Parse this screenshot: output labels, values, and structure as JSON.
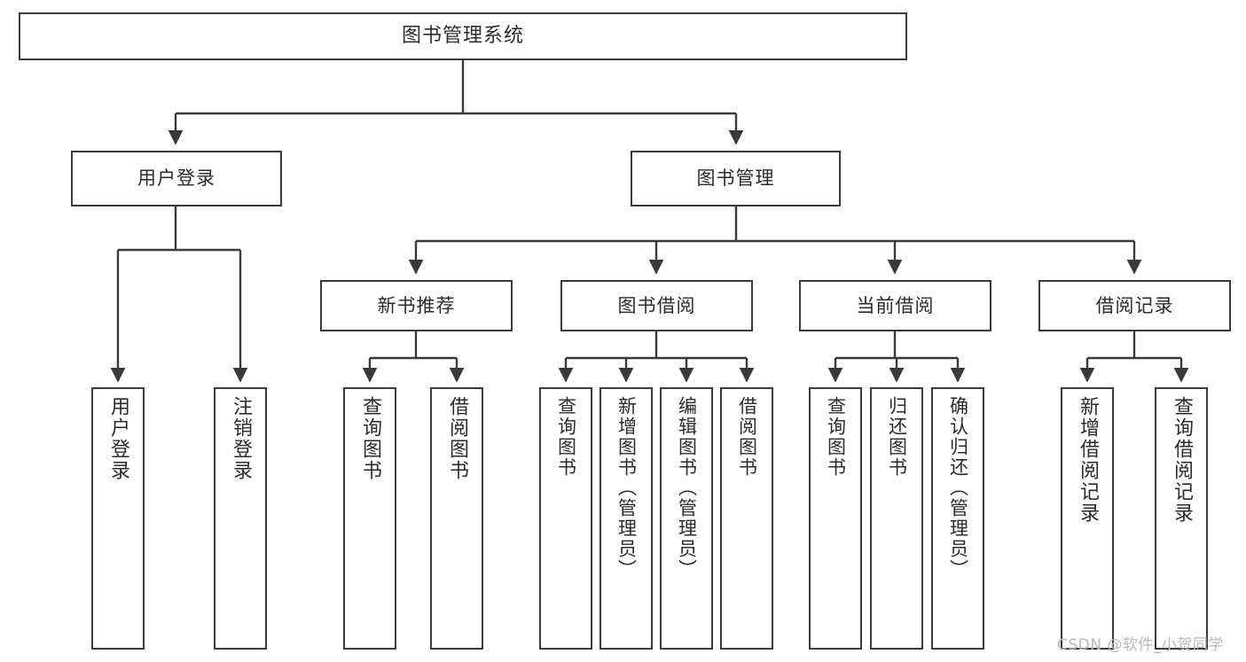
{
  "diagram": {
    "title": "图书管理系统",
    "type": "hierarchy-tree",
    "root": {
      "id": "root",
      "label": "图书管理系统"
    },
    "level2": [
      {
        "id": "user-login",
        "label": "用户登录"
      },
      {
        "id": "book-management",
        "label": "图书管理"
      }
    ],
    "level3": [
      {
        "id": "new-book-recommend",
        "label": "新书推荐",
        "parent": "book-management"
      },
      {
        "id": "book-borrow",
        "label": "图书借阅",
        "parent": "book-management"
      },
      {
        "id": "current-borrow",
        "label": "当前借阅",
        "parent": "book-management"
      },
      {
        "id": "borrow-record",
        "label": "借阅记录",
        "parent": "book-management"
      }
    ],
    "leaves": {
      "user_login": [
        {
          "id": "leaf-user-login",
          "label": "用户登录"
        },
        {
          "id": "leaf-logout",
          "label": "注销登录"
        }
      ],
      "new_book_recommend": [
        {
          "id": "leaf-query-book-1",
          "label": "查询图书"
        },
        {
          "id": "leaf-borrow-book-1",
          "label": "借阅图书"
        }
      ],
      "book_borrow": [
        {
          "id": "leaf-query-book-2",
          "label": "查询图书"
        },
        {
          "id": "leaf-add-book",
          "label": "新增图书（管理员）"
        },
        {
          "id": "leaf-edit-book",
          "label": "编辑图书（管理员）"
        },
        {
          "id": "leaf-borrow-book-2",
          "label": "借阅图书"
        }
      ],
      "current_borrow": [
        {
          "id": "leaf-query-book-3",
          "label": "查询图书"
        },
        {
          "id": "leaf-return-book",
          "label": "归还图书"
        },
        {
          "id": "leaf-confirm-return",
          "label": "确认归还（管理员）"
        }
      ],
      "borrow_record": [
        {
          "id": "leaf-add-record",
          "label": "新增借阅记录"
        },
        {
          "id": "leaf-query-record",
          "label": "查询借阅记录"
        }
      ]
    }
  },
  "watermark": {
    "text": "CSDN @软件_小贺同学"
  },
  "colors": {
    "stroke": "#3a3a3a",
    "text": "#2b2b2b",
    "background": "#ffffff",
    "watermark": "#b9b9b9"
  }
}
